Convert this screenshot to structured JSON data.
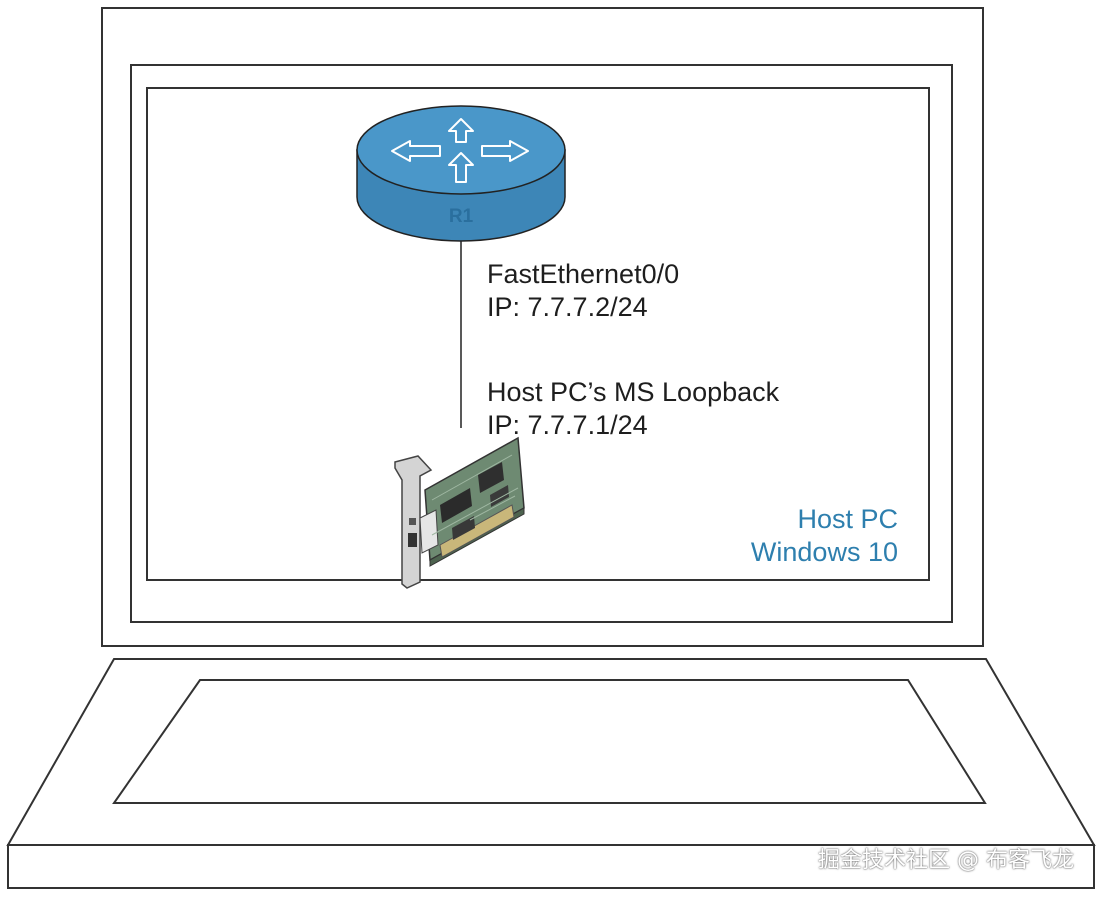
{
  "router": {
    "label": "R1",
    "color": "#4a97c9",
    "color_dark": "#3d86b7"
  },
  "router_interface": {
    "name": "FastEthernet0/0",
    "ip": "IP: 7.7.7.2/24"
  },
  "host_interface": {
    "name": "Host PC’s MS Loopback",
    "ip": "IP: 7.7.7.1/24"
  },
  "host": {
    "title": "Host PC",
    "os": "Windows 10",
    "color": "#2e7fae"
  },
  "icons": {
    "router": "router-icon",
    "nic": "network-card-icon",
    "laptop": "laptop-icon"
  },
  "watermark": "掘金技术社区 @ 布客飞龙"
}
